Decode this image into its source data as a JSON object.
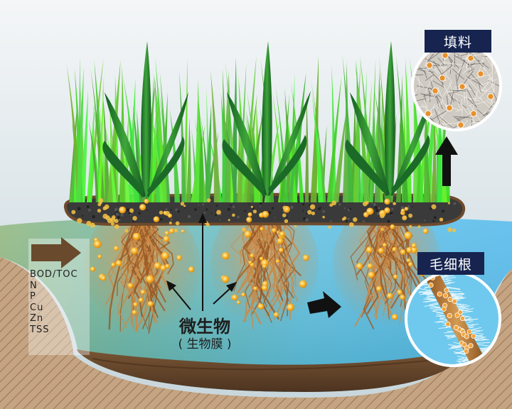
{
  "labels": {
    "filler": "填料",
    "capillary_root": "毛细根",
    "microbe": "微生物",
    "biofilm": "( 生物膜 )"
  },
  "pollutants": [
    "BOD/TOC",
    "N",
    "P",
    "Cu",
    "Zn",
    "TSS"
  ],
  "colors": {
    "label_bg": "#16244f",
    "label_text": "#ffffff",
    "water": "#5fc2e8",
    "soil": "#b08e6c",
    "root": "#b5743a",
    "particle": "#f5a623",
    "grass": "#3aa336"
  }
}
